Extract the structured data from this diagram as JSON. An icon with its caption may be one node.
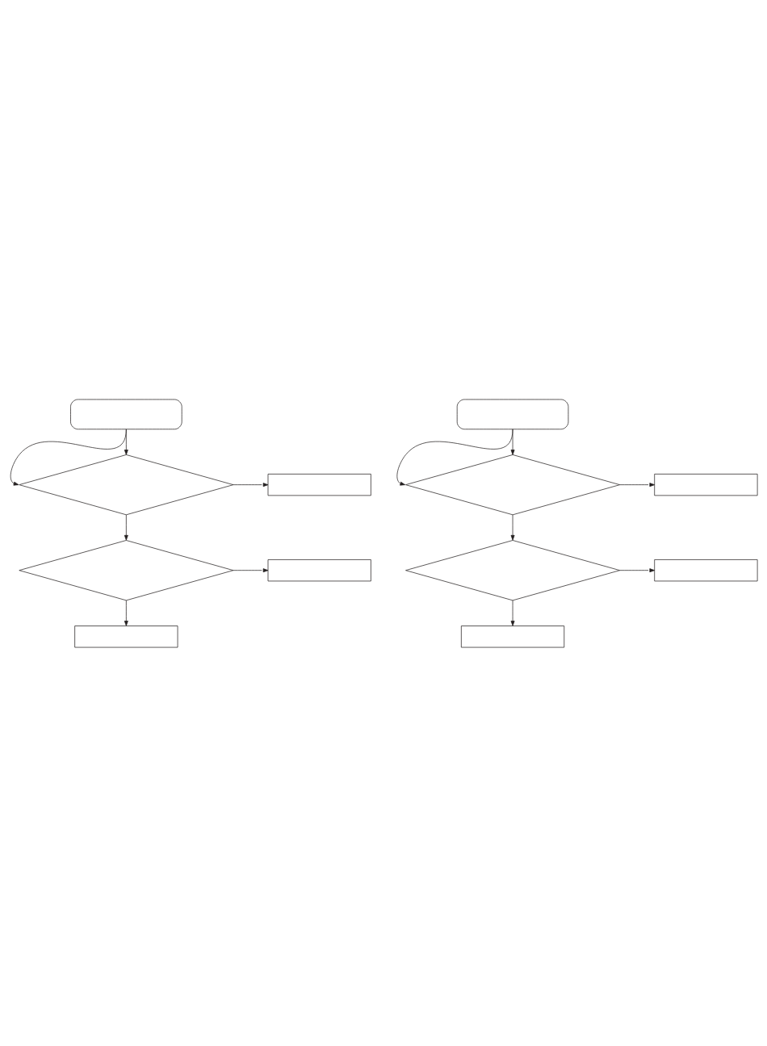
{
  "diagram": {
    "nodes": [
      {
        "text": [],
        "shape": "terminal"
      },
      {
        "text": [],
        "shape": "diamond"
      },
      {
        "text": [],
        "shape": "box"
      },
      {
        "text": [],
        "shape": "diamond"
      },
      {
        "text": [],
        "shape": "box"
      },
      {
        "text": [],
        "shape": "box"
      },
      {
        "text": [],
        "shape": "terminal"
      },
      {
        "text": [],
        "shape": "diamond"
      },
      {
        "text": [],
        "shape": "box"
      },
      {
        "text": [],
        "shape": "diamond"
      },
      {
        "text": [],
        "shape": "box"
      },
      {
        "text": [],
        "shape": "box"
      }
    ],
    "edges": [
      {
        "from": 0,
        "to": 1,
        "arrow": "to"
      },
      {
        "from": 0,
        "to": 1,
        "arrow": "to"
      },
      {
        "from": 1,
        "to": 2,
        "arrow": "to"
      },
      {
        "from": 1,
        "to": 3,
        "arrow": "to"
      },
      {
        "from": 3,
        "to": 4,
        "arrow": "to"
      },
      {
        "from": 3,
        "to": 5,
        "arrow": "to"
      },
      {
        "from": 6,
        "to": 7,
        "arrow": "to"
      },
      {
        "from": 6,
        "to": 7,
        "arrow": "to"
      },
      {
        "from": 7,
        "to": 8,
        "arrow": "to"
      },
      {
        "from": 7,
        "to": 9,
        "arrow": "to"
      },
      {
        "from": 9,
        "to": 10,
        "arrow": "to"
      },
      {
        "from": 9,
        "to": 11,
        "arrow": "to"
      }
    ]
  }
}
